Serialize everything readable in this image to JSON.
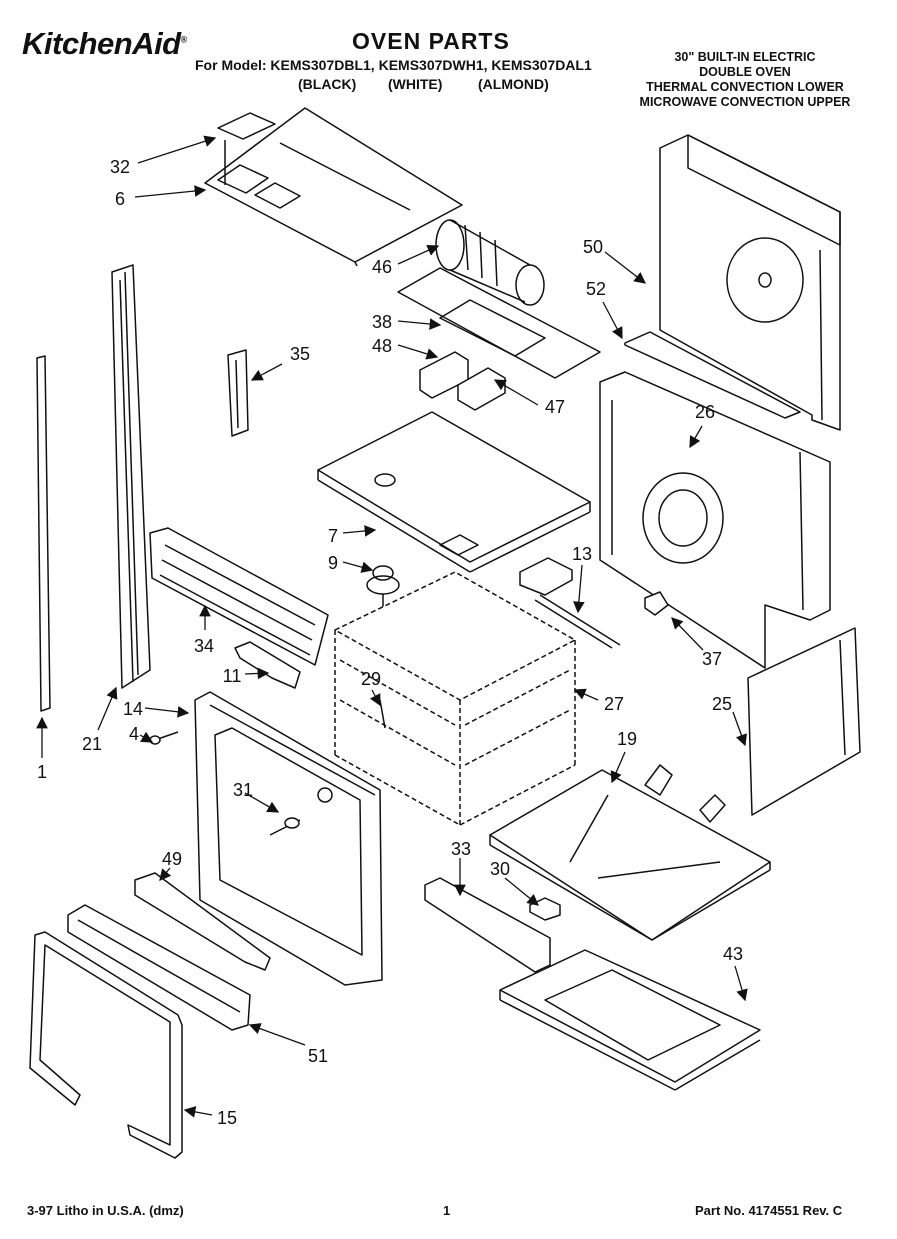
{
  "header": {
    "brand": "KitchenAid",
    "brand_mark": "®",
    "title": "OVEN PARTS",
    "models_line": "For Model: KEMS307DBL1, KEMS307DWH1, KEMS307DAL1",
    "color_black": "(BLACK)",
    "color_white": "(WHITE)",
    "color_almond": "(ALMOND)",
    "desc_1": "30\" BUILT-IN ELECTRIC",
    "desc_2": "DOUBLE OVEN",
    "desc_3": "THERMAL CONVECTION LOWER",
    "desc_4": "MICROWAVE CONVECTION UPPER"
  },
  "callouts": [
    "32",
    "6",
    "46",
    "50",
    "52",
    "38",
    "48",
    "35",
    "47",
    "26",
    "7",
    "9",
    "13",
    "34",
    "11",
    "37",
    "14",
    "29",
    "27",
    "25",
    "4",
    "21",
    "1",
    "19",
    "31",
    "33",
    "30",
    "49",
    "43",
    "51",
    "15"
  ],
  "footer": {
    "litho": "3-97 Litho in U.S.A. (dmz)",
    "page": "1",
    "part_no": "Part No. 4174551 Rev. C"
  }
}
